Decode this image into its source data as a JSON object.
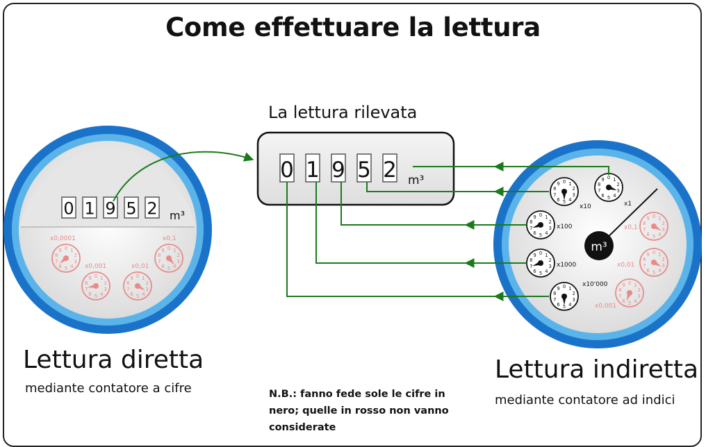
{
  "title": "Come effettuare la lettura",
  "reading_box": {
    "label": "La lettura rilevata",
    "digits": [
      "0",
      "1",
      "9",
      "5",
      "2"
    ],
    "unit": "m³"
  },
  "direct_meter": {
    "digits": [
      "0",
      "1",
      "9",
      "5",
      "2"
    ],
    "unit": "m³",
    "red_dials": [
      {
        "multiplier": "x0,0001"
      },
      {
        "multiplier": "x0,1"
      },
      {
        "multiplier": "x0,001"
      },
      {
        "multiplier": "x0,01"
      }
    ],
    "caption": "Lettura diretta",
    "subcaption": "mediante contatore a cifre"
  },
  "indirect_meter": {
    "center_label": "m³",
    "black_dials": [
      {
        "multiplier": "x1"
      },
      {
        "multiplier": "x10"
      },
      {
        "multiplier": "x100"
      },
      {
        "multiplier": "x1000"
      },
      {
        "multiplier": "x10'000"
      }
    ],
    "red_dials": [
      {
        "multiplier": "x0,1"
      },
      {
        "multiplier": "x0,01"
      },
      {
        "multiplier": "x0,001"
      }
    ],
    "caption": "Lettura indiretta",
    "subcaption": "mediante contatore ad indici"
  },
  "note": {
    "text": "N.B.: fanno fede sole le cifre in nero; quelle in rosso non vanno considerate"
  },
  "colors": {
    "arrow": "#1a7a1a",
    "ring_outer": "#1a73c8",
    "ring_inner": "#5ab4ea",
    "dial_red": "#e88a8a",
    "dial_black": "#111111",
    "face": "#f2f2f2"
  }
}
